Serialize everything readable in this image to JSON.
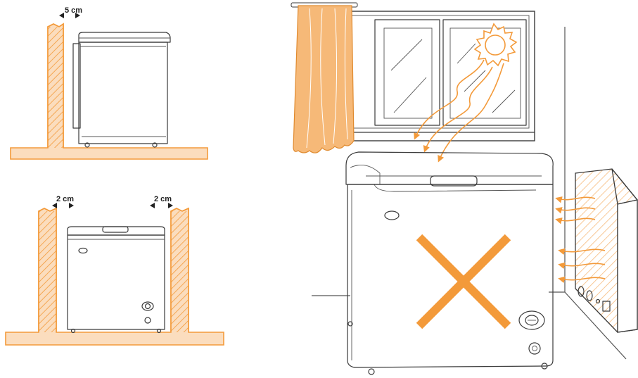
{
  "figure": {
    "panels": [
      {
        "id": "rear-clearance",
        "gap_label": "5 cm"
      },
      {
        "id": "side-clearance",
        "gap_label_left": "2 cm",
        "gap_label_right": "2 cm"
      },
      {
        "id": "bad-placement",
        "hazards": [
          "sun-through-window",
          "heater-beside-freezer"
        ]
      }
    ],
    "colors": {
      "accent": "#F39A3A",
      "wall_fill": "#FBDDBE",
      "curtain_fill": "#F6B978",
      "outline": "#3a3a3a"
    },
    "icons": [
      "sun-icon",
      "cross-mark-icon",
      "heat-wave-arrow-icon",
      "heater-icon",
      "curtain-icon",
      "window-icon"
    ]
  }
}
